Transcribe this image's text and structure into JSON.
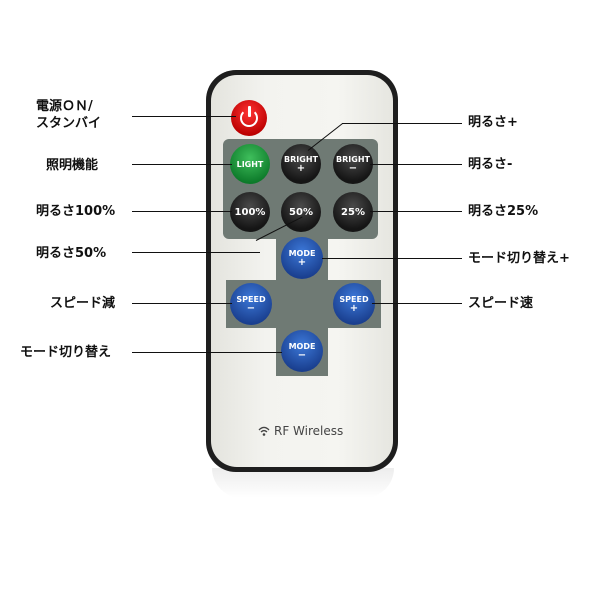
{
  "labels": {
    "power": "電源ＯＮ/\nスタンバイ",
    "power_line1": "電源ＯＮ/",
    "power_line2": "スタンバイ",
    "lighting": "照明機能",
    "brightness_100": "明るさ100%",
    "brightness_50": "明るさ50%",
    "speed_down": "スピード減",
    "mode_down": "モード切り替え",
    "brightness_up": "明るさ+",
    "brightness_down": "明るさ-",
    "brightness_25": "明るさ25%",
    "mode_up": "モード切り替え+",
    "speed_up": "スピード速"
  },
  "buttons": {
    "light": "LIGHT",
    "bright_plus_label": "BRIGHT",
    "bright_plus_sym": "+",
    "bright_minus_label": "BRIGHT",
    "bright_minus_sym": "−",
    "b100": "100%",
    "b50": "50%",
    "b25": "25%",
    "mode_plus_label": "MODE",
    "mode_plus_sym": "+",
    "speed_minus_label": "SPEED",
    "speed_minus_sym": "−",
    "speed_plus_label": "SPEED",
    "speed_plus_sym": "+",
    "mode_minus_label": "MODE",
    "mode_minus_sym": "−"
  },
  "brand": "RF Wireless",
  "colors": {
    "power": "#dd1111",
    "light": "#1a9a3a",
    "blue": "#2255bb",
    "panel": "#6f7a74"
  }
}
